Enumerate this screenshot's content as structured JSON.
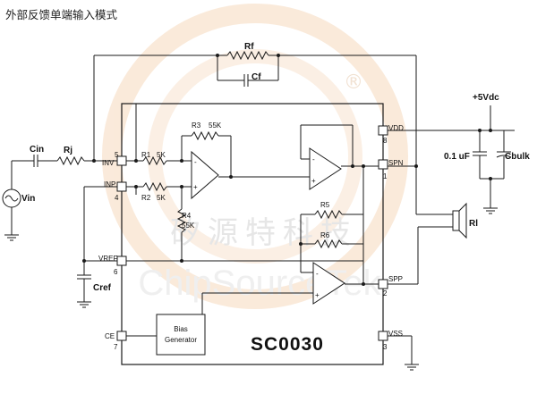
{
  "caption": "外部反馈单端输入模式",
  "chip": {
    "name": "SC0030",
    "pins": [
      {
        "name": "INV",
        "number": "5"
      },
      {
        "name": "INP",
        "number": "4"
      },
      {
        "name": "VREF",
        "number": "6"
      },
      {
        "name": "CE",
        "number": "7"
      },
      {
        "name": "VDD",
        "number": "8"
      },
      {
        "name": "SPN",
        "number": "1"
      },
      {
        "name": "SPP",
        "number": "2"
      },
      {
        "name": "VSS",
        "number": "3"
      }
    ],
    "internal_resistors": [
      {
        "ref": "R1",
        "value": "5K"
      },
      {
        "ref": "R2",
        "value": "5K"
      },
      {
        "ref": "R3",
        "value": "55K"
      },
      {
        "ref": "R4",
        "value": "55K"
      },
      {
        "ref": "R5",
        "value": ""
      },
      {
        "ref": "R6",
        "value": ""
      }
    ],
    "bias_block": [
      "Bias",
      "Generator"
    ]
  },
  "external": {
    "vin": "Vin",
    "cin": "Cin",
    "rj": "Rj",
    "rf": "Rf",
    "cf": "Cf",
    "cref": "Cref",
    "supply": "+5Vdc",
    "cap_small": "0.1 uF",
    "cap_bulk": "Cbulk",
    "speaker": "Rl"
  },
  "watermark": {
    "cn": "矽源特科技",
    "en": "ChipSourceTek",
    "mark": "®"
  }
}
